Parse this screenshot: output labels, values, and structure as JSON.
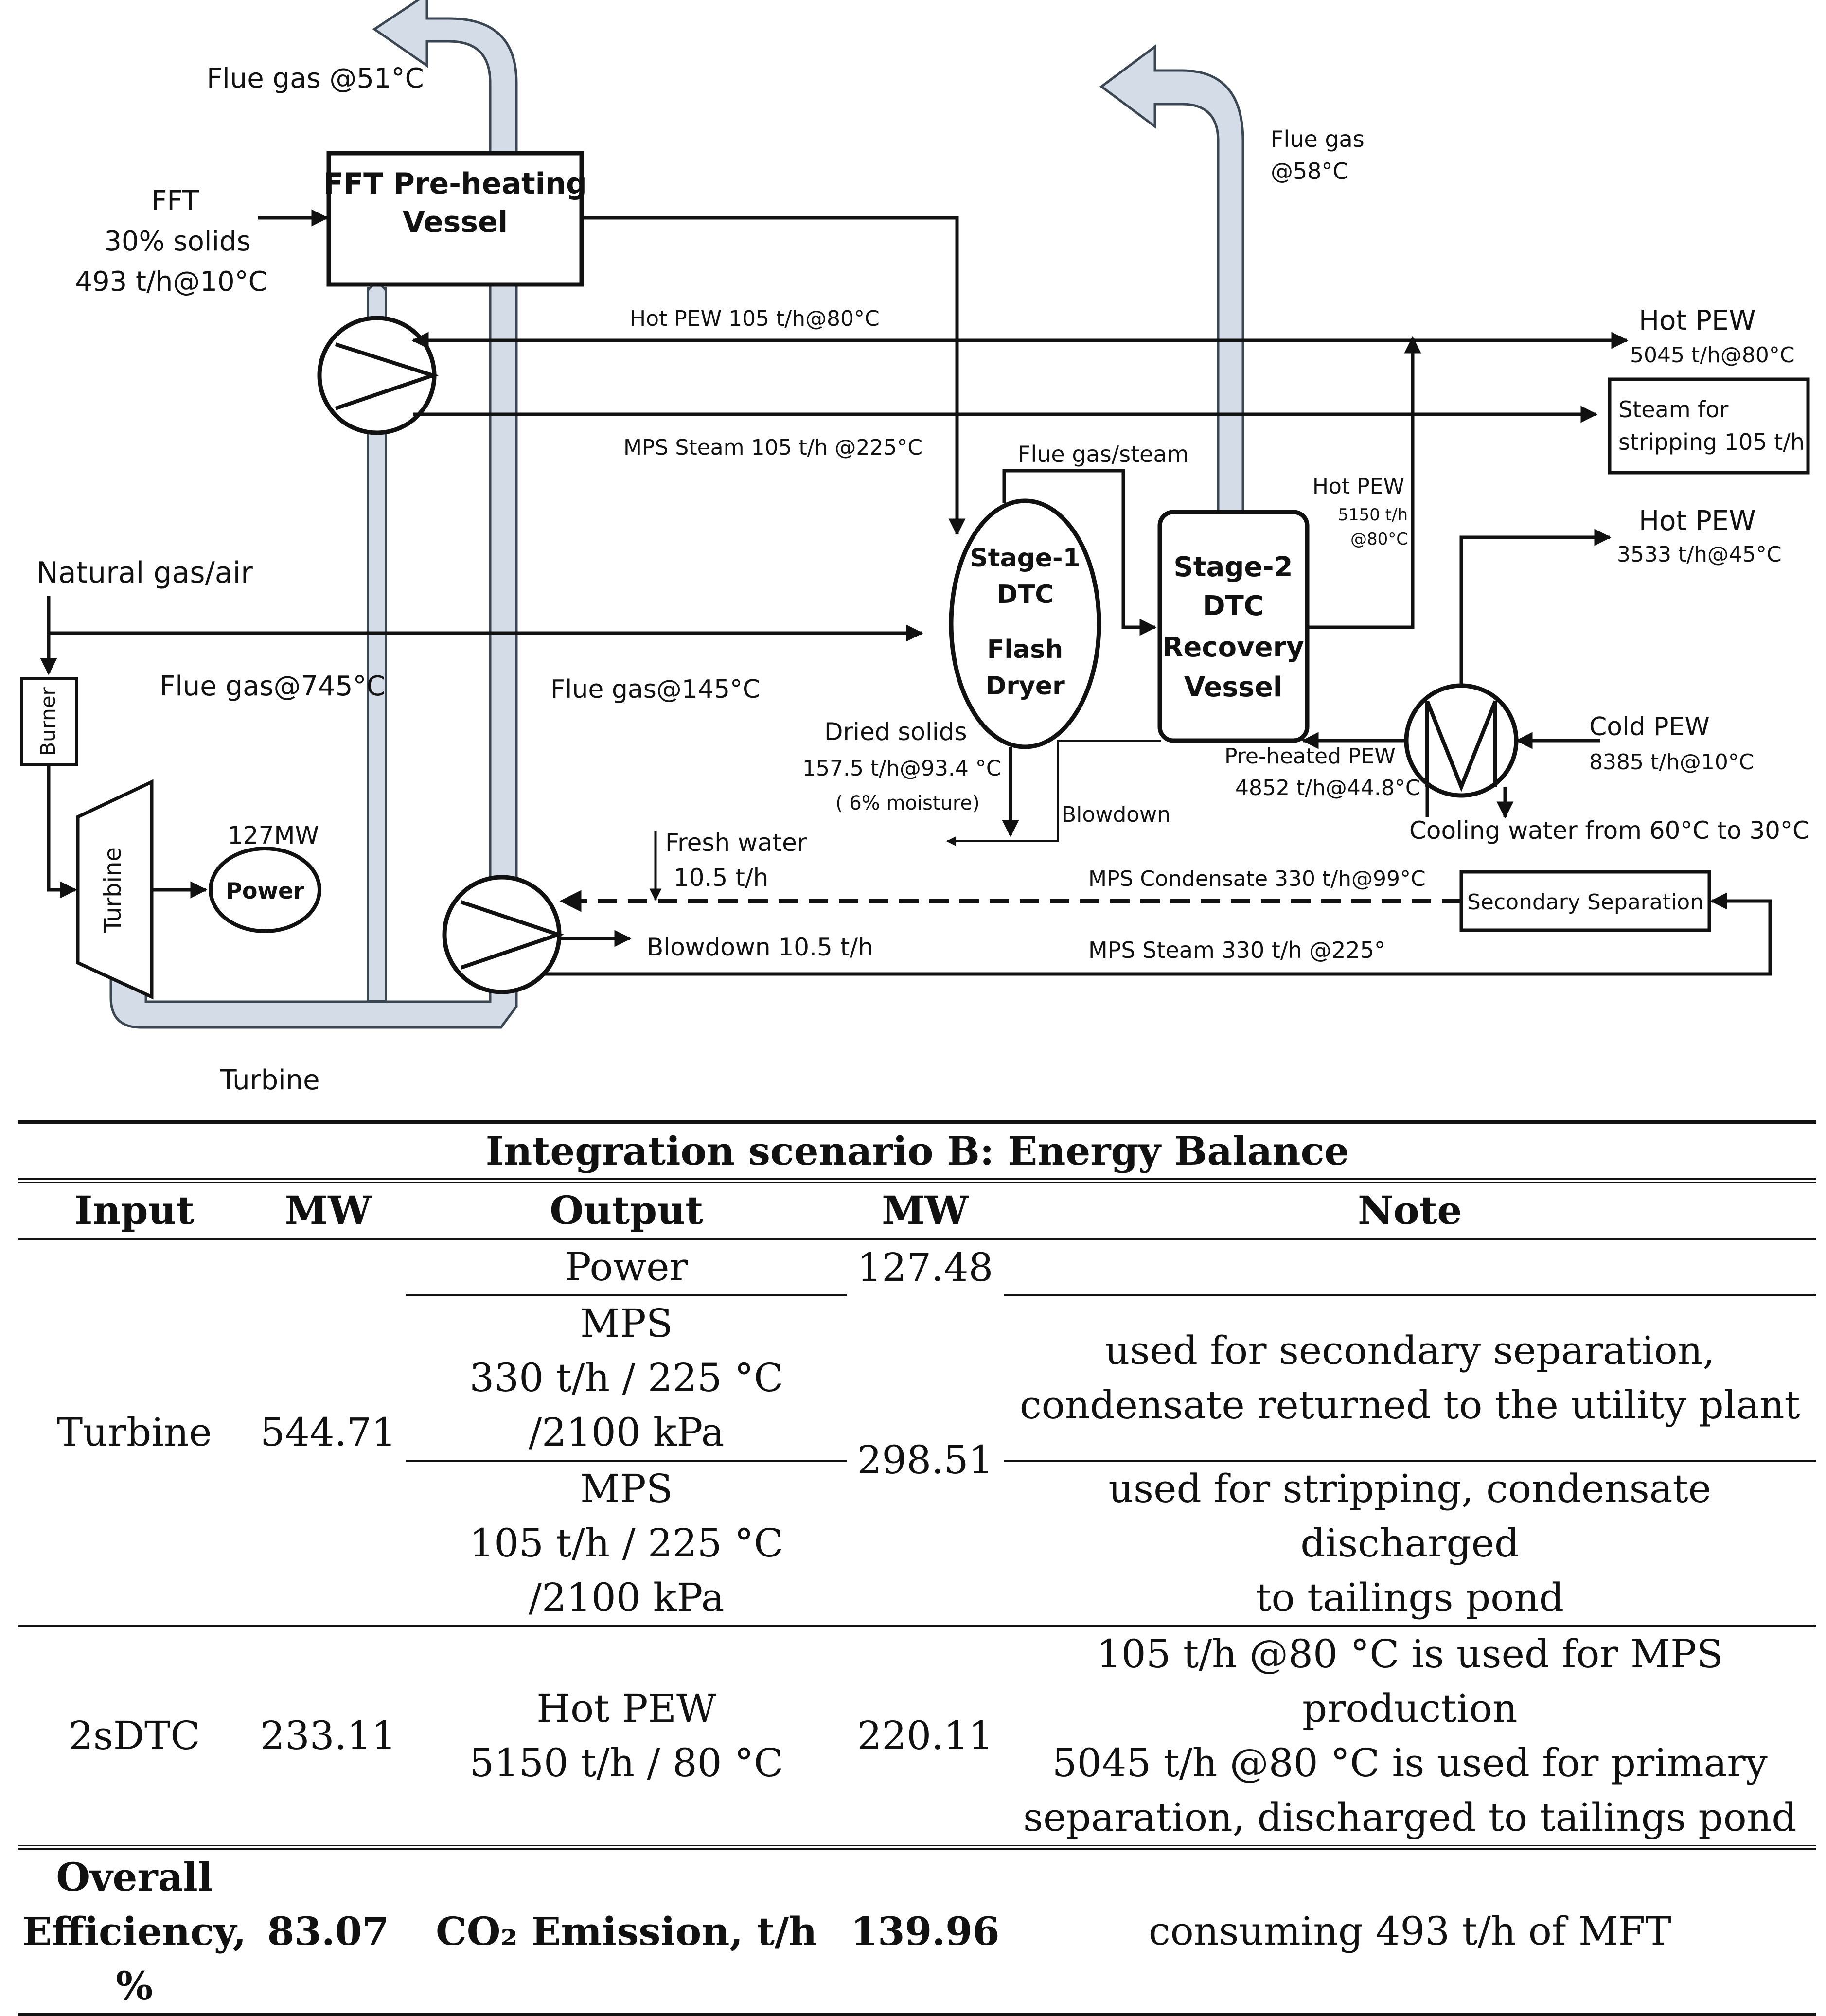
{
  "diagram": {
    "flue_gas_top": "Flue gas @51°C",
    "fft_vessel": "FFT Pre-heating Vessel",
    "fft_feed": [
      "FFT",
      "30% solids",
      "493 t/h@10°C"
    ],
    "hot_pew_105": "Hot PEW 105 t/h@80°C",
    "mps_steam_105": "MPS Steam 105 t/h @225°C",
    "hot_pew_out": "Hot PEW",
    "hot_pew_out_rate": "5045 t/h@80°C",
    "steam_stripping": [
      "Steam for",
      "stripping 105 t/h"
    ],
    "flue_gas_58": [
      "Flue gas",
      "@58°C"
    ],
    "flue_gas_steam": "Flue gas/steam",
    "hot_pew_5150": [
      "Hot PEW",
      "5150 t/h",
      "@80°C"
    ],
    "hot_pew_3533": "Hot PEW",
    "hot_pew_3533_rate": "3533 t/h@45°C",
    "natural_gas": "Natural gas/air",
    "stage1": [
      "Stage-1",
      "DTC",
      "Flash",
      "Dryer"
    ],
    "stage2": [
      "Stage-2",
      "DTC",
      "Recovery",
      "Vessel"
    ],
    "burner": "Burner",
    "flue_gas_745": "Flue gas@745°C",
    "flue_gas_145": "Flue gas@145°C",
    "dried_solids": "Dried solids",
    "dried_solids_rate": "157.5 t/h@93.4 °C",
    "moisture": "( 6% moisture)",
    "preheated_pew": "Pre-heated PEW",
    "preheated_pew_rate": "4852 t/h@44.8°C",
    "cold_pew": "Cold PEW",
    "cold_pew_rate": "8385 t/h@10°C",
    "blowdown": "Blowdown",
    "cooling_water": "Cooling water from 60°C to 30°C",
    "turbine": "Turbine",
    "power_mw": "127MW",
    "power": "Power",
    "fresh_water": [
      "Fresh water",
      "10.5 t/h"
    ],
    "mps_condensate": "MPS Condensate 330 t/h@99°C",
    "secondary_separation": "Secondary Separation",
    "blowdown_105": "Blowdown 10.5 t/h",
    "mps_steam_330": "MPS Steam  330 t/h @225°",
    "turbine_bottom": "Turbine"
  },
  "table": {
    "title": "Integration scenario B: Energy Balance",
    "headers": [
      "Input",
      "MW",
      "Output",
      "MW",
      "Note"
    ],
    "turbine_input": "Turbine",
    "turbine_mw": "544.71",
    "power_output": "Power",
    "power_mw": "127.48",
    "mps1_output": "MPS\n330 t/h / 225 °C /2100 kPa",
    "mps_mw": "298.51",
    "mps1_note": "used for secondary separation,\ncondensate returned to the utility plant",
    "mps2_output": "MPS\n105 t/h / 225 °C /2100 kPa",
    "mps2_note": "used for stripping, condensate discharged\nto tailings pond",
    "dtc_input": "2sDTC",
    "dtc_mw": "233.11",
    "dtc_output": "Hot PEW\n5150 t/h / 80 °C",
    "dtc_out_mw": "220.11",
    "dtc_note": "105 t/h @80 °C is used for MPS production\n5045 t/h @80 °C is used for primary\nseparation, discharged to tailings pond",
    "eff_label": "Overall\nEfficiency, %",
    "eff_value": "83.07",
    "co2_label": "CO₂ Emission, t/h",
    "co2_value": "139.96",
    "final_note": "consuming 493 t/h of MFT"
  }
}
